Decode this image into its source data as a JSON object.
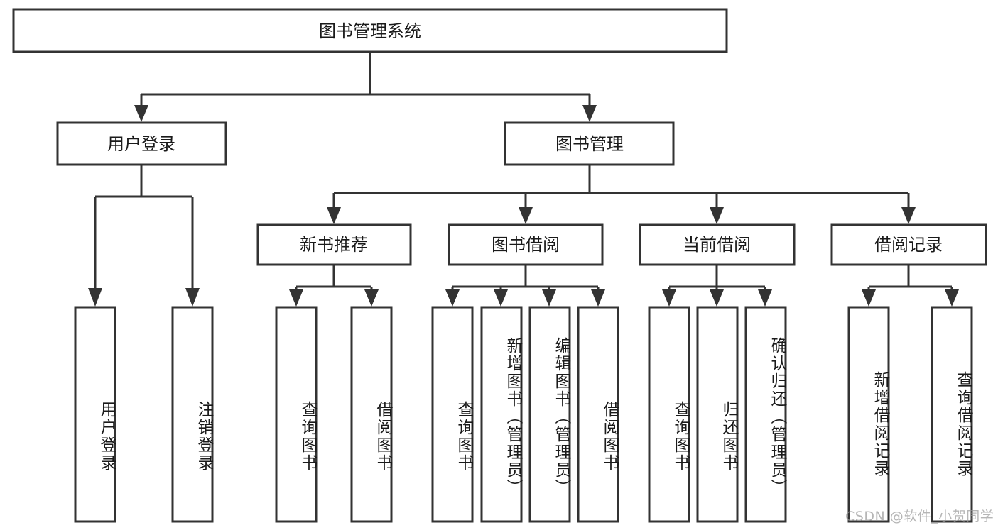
{
  "diagram": {
    "title": "图书管理系统",
    "type": "tree-hierarchy",
    "background_color": "#ffffff",
    "box_stroke_color": "#333333",
    "box_fill_color": "#ffffff",
    "text_color": "#1a1a1a",
    "root": {
      "id": "root",
      "label": "图书管理系统",
      "orientation": "horizontal"
    },
    "level2": [
      {
        "id": "user-login",
        "label": "用户登录",
        "orientation": "horizontal"
      },
      {
        "id": "book-manage",
        "label": "图书管理",
        "orientation": "horizontal"
      }
    ],
    "level3": [
      {
        "id": "new-book-recommend",
        "label": "新书推荐",
        "orientation": "horizontal",
        "parent": "book-manage"
      },
      {
        "id": "book-borrow",
        "label": "图书借阅",
        "orientation": "horizontal",
        "parent": "book-manage"
      },
      {
        "id": "current-borrow",
        "label": "当前借阅",
        "orientation": "horizontal",
        "parent": "book-manage"
      },
      {
        "id": "borrow-record",
        "label": "借阅记录",
        "orientation": "horizontal",
        "parent": "book-manage"
      }
    ],
    "leaves": [
      {
        "id": "leaf-user-login",
        "label": "用户登录",
        "orientation": "vertical",
        "parent": "user-login"
      },
      {
        "id": "leaf-logout-login",
        "label": "注销登录",
        "orientation": "vertical",
        "parent": "user-login"
      },
      {
        "id": "leaf-query-book-1",
        "label": "查询图书",
        "orientation": "vertical",
        "parent": "new-book-recommend"
      },
      {
        "id": "leaf-borrow-book-1",
        "label": "借阅图书",
        "orientation": "vertical",
        "parent": "new-book-recommend"
      },
      {
        "id": "leaf-query-book-2",
        "label": "查询图书",
        "orientation": "vertical",
        "parent": "book-borrow"
      },
      {
        "id": "leaf-add-book-admin",
        "label": "新增图书（管理员）",
        "orientation": "vertical",
        "parent": "book-borrow"
      },
      {
        "id": "leaf-edit-book-admin",
        "label": "编辑图书（管理员）",
        "orientation": "vertical",
        "parent": "book-borrow"
      },
      {
        "id": "leaf-borrow-book-2",
        "label": "借阅图书",
        "orientation": "vertical",
        "parent": "book-borrow"
      },
      {
        "id": "leaf-query-book-3",
        "label": "查询图书",
        "orientation": "vertical",
        "parent": "current-borrow"
      },
      {
        "id": "leaf-return-book",
        "label": "归还图书",
        "orientation": "vertical",
        "parent": "current-borrow"
      },
      {
        "id": "leaf-confirm-return-admin",
        "label": "确认归还（管理员）",
        "orientation": "vertical",
        "parent": "current-borrow"
      },
      {
        "id": "leaf-add-borrow-record",
        "label": "新增借阅记录",
        "orientation": "vertical",
        "parent": "borrow-record"
      },
      {
        "id": "leaf-query-borrow-record",
        "label": "查询借阅记录",
        "orientation": "vertical",
        "parent": "borrow-record"
      }
    ]
  },
  "watermark": {
    "text": "CSDN @软件_小贺同学",
    "color": "#9a9a9a"
  }
}
